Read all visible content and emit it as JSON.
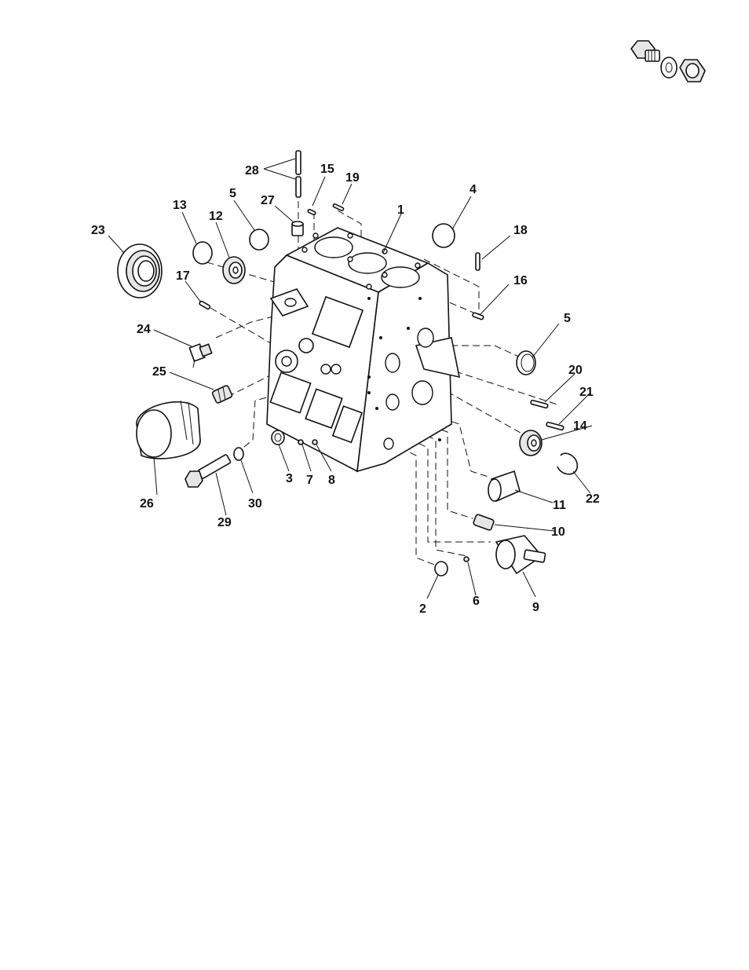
{
  "callouts": {
    "c1": "1",
    "c2": "2",
    "c3": "3",
    "c4": "4",
    "c5a": "5",
    "c5b": "5",
    "c6": "6",
    "c7": "7",
    "c8": "8",
    "c9": "9",
    "c10": "10",
    "c11": "11",
    "c12": "12",
    "c13": "13",
    "c14": "14",
    "c15": "15",
    "c16": "16",
    "c17": "17",
    "c18": "18",
    "c19": "19",
    "c20": "20",
    "c21": "21",
    "c22": "22",
    "c23": "23",
    "c24": "24",
    "c25": "25",
    "c26": "26",
    "c27": "27",
    "c28": "28",
    "c29": "29",
    "c30": "30"
  }
}
